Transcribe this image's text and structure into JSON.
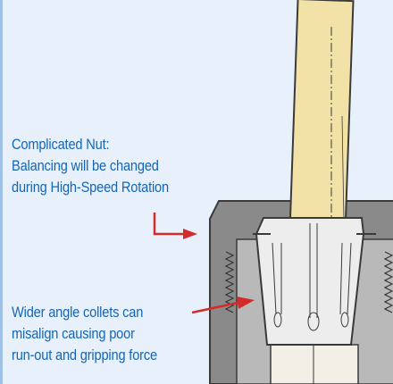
{
  "callouts": {
    "nut": {
      "lines": [
        "Complicated Nut:",
        "Balancing will be changed",
        "during High-Speed Rotation"
      ]
    },
    "collet": {
      "lines": [
        "Wider angle collets can",
        "misalign causing poor",
        "run-out and gripping force"
      ]
    }
  },
  "colors": {
    "background": "#e8f1fb",
    "text": "#1565b5",
    "arrow": "#d42a2a",
    "tool_shank": "#f3e2a8",
    "nut": "#888888",
    "collet": "#eeeeee"
  },
  "icons": [
    "red-arrow-icon",
    "collet-slot-icon"
  ]
}
